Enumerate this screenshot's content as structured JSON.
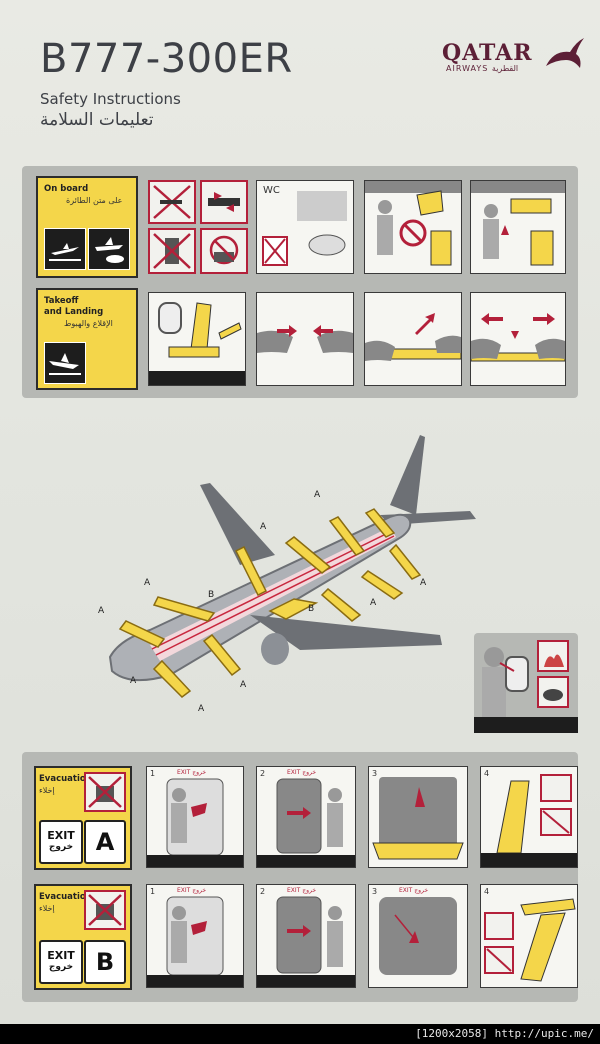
{
  "header": {
    "title": "B777-300ER",
    "subtitle": "Safety Instructions",
    "subtitle_ar": "تعليمات السلامة"
  },
  "logo": {
    "name": "QATAR",
    "sub": "AIRWAYS القطرية",
    "icon": "oryx-icon"
  },
  "sections": {
    "on_board": {
      "label": "On board",
      "label_ar": "على متن الطائرة",
      "wc_label": "WC"
    },
    "takeoff": {
      "label1": "Takeoff",
      "label2": "and Landing",
      "label_ar": "الإقلاع والهبوط"
    }
  },
  "plane": {
    "exit_a": "A",
    "exit_b": "B"
  },
  "evac_a": {
    "label": "Evacuation",
    "label_ar": "إخلاء",
    "exit": "EXIT",
    "exit_ar": "خروج",
    "letter": "A",
    "steps": [
      "1",
      "2",
      "3",
      "4"
    ],
    "exit_tag": "EXIT خروج"
  },
  "evac_b": {
    "label": "Evacuation",
    "label_ar": "إخلاء",
    "exit": "EXIT",
    "exit_ar": "خروج",
    "letter": "B",
    "steps": [
      "1",
      "2",
      "3",
      "4"
    ],
    "exit_tag": "EXIT خروج"
  },
  "footer": {
    "text": "[1200x2058] http://upic.me/"
  },
  "colors": {
    "accent_yellow": "#f4d64a",
    "prohibit_red": "#b3203a",
    "brand_maroon": "#5c1f36"
  }
}
